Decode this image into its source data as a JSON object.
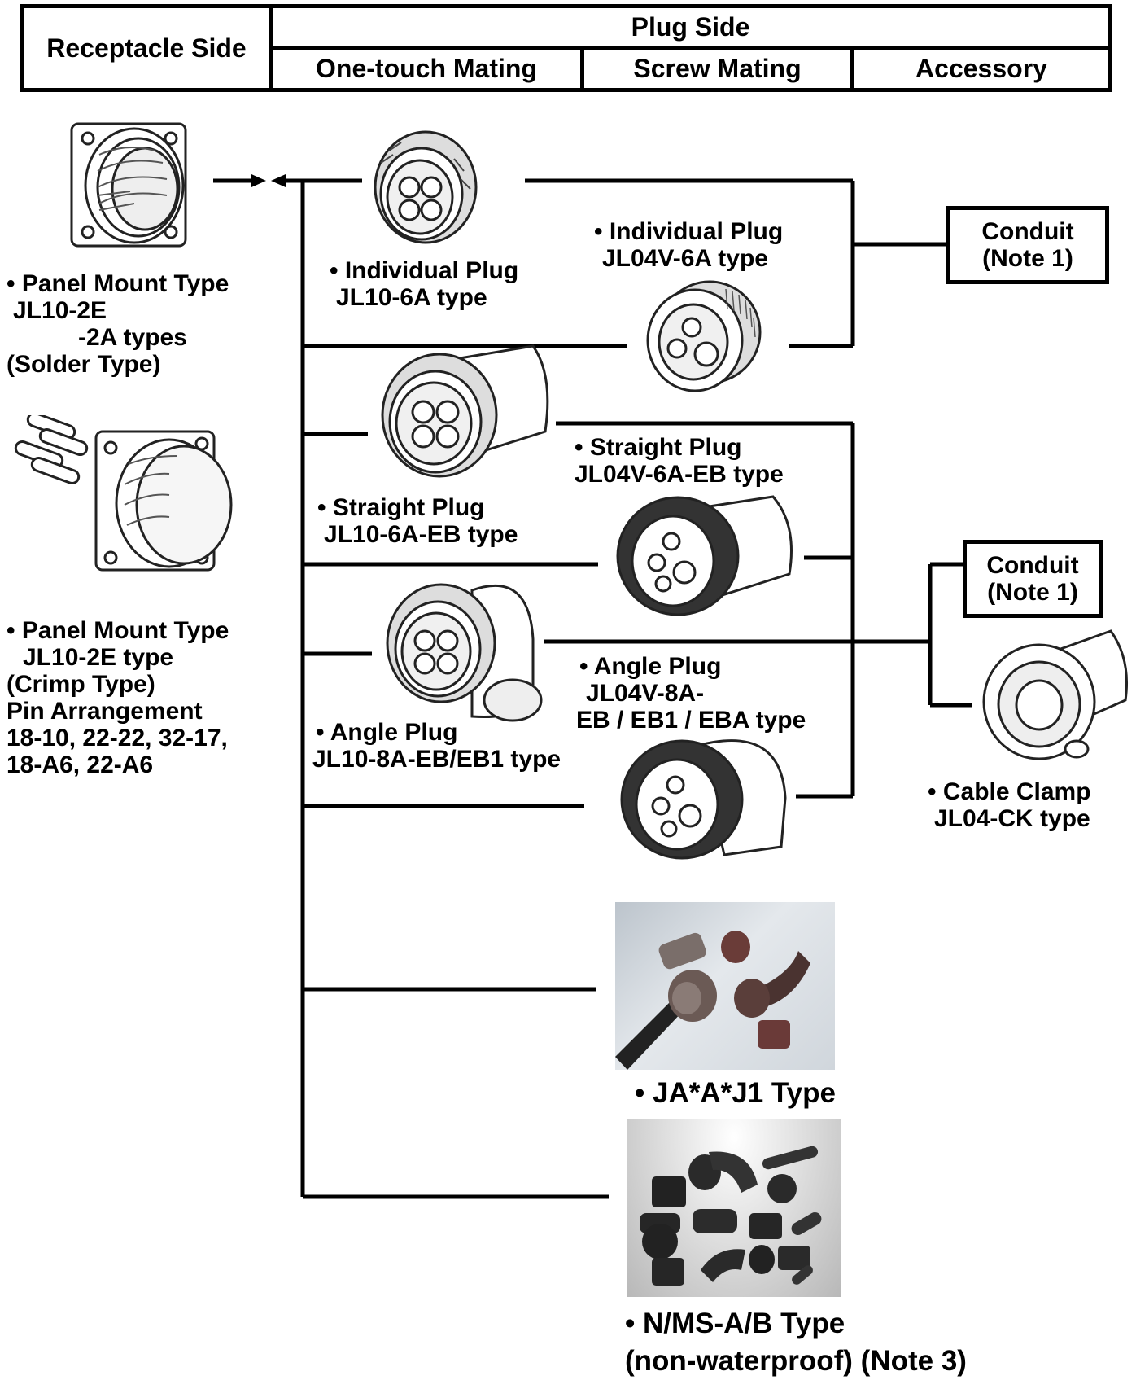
{
  "header": {
    "receptacle_side": "Receptacle Side",
    "plug_side": "Plug Side",
    "one_touch_mating": "One-touch Mating",
    "screw_mating": "Screw Mating",
    "accessory": "Accessory"
  },
  "receptacle": {
    "solder": [
      "• Panel Mount Type",
      "JL10-2E",
      "-2A types",
      "(Solder Type)"
    ],
    "crimp": [
      "•  Panel Mount Type",
      "JL10-2E type",
      "(Crimp Type)",
      "Pin Arrangement",
      "18-10, 22-22, 32-17,",
      "18-A6, 22-A6"
    ]
  },
  "one_touch": {
    "individual": [
      "• Individual Plug",
      "JL10-6A type"
    ],
    "straight": [
      "• Straight Plug",
      "JL10-6A-EB type"
    ],
    "angle": [
      "• Angle Plug",
      "JL10-8A-EB/EB1 type"
    ]
  },
  "screw": {
    "individual": [
      "• Individual Plug",
      "JL04V-6A type"
    ],
    "straight": [
      "• Straight Plug",
      "JL04V-6A-EB type"
    ],
    "angle": [
      "• Angle Plug",
      "JL04V-8A-",
      "EB / EB1 / EBA type"
    ]
  },
  "accessory": {
    "conduit_1": [
      "Conduit",
      "(Note 1)"
    ],
    "conduit_2": [
      "Conduit",
      "(Note 1)"
    ],
    "cable_clamp": [
      "• Cable Clamp",
      "JL04-CK type"
    ]
  },
  "other_types": {
    "ja": "• JA*A*J1 Type",
    "nms": [
      "• N/MS-A/B Type",
      "(non-waterproof) (Note 3)"
    ]
  }
}
